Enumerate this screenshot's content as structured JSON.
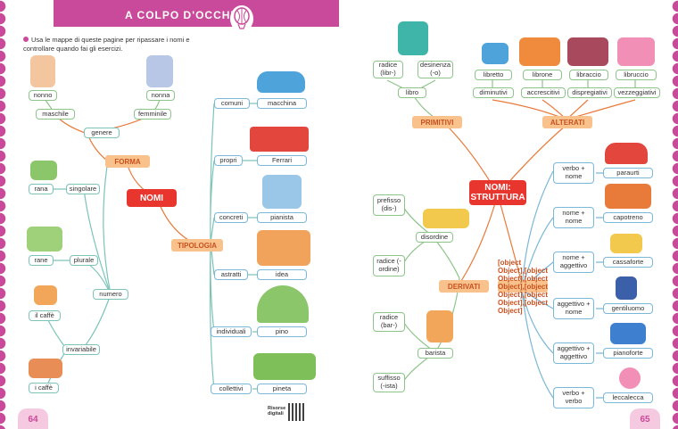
{
  "header": {
    "title": "A COLPO D'OCCHIO"
  },
  "intro": "Usa le mappe di queste pagine per ripassare i nomi e controllare quando fai gli esercizi.",
  "left_map": {
    "main": "NOMI",
    "forma": "FORMA",
    "tipologia": "TIPOLOGIA",
    "genere": "genere",
    "maschile": "maschile",
    "femminile": "femminile",
    "nonno": "nonno",
    "nonna": "nonna",
    "numero": "numero",
    "singolare": "singolare",
    "rana": "rana",
    "plurale": "plurale",
    "rane": "rane",
    "invariabile": "invariabile",
    "il_caffe": "il caffè",
    "i_caffe": "i caffè",
    "tipi": [
      {
        "label": "comuni",
        "example": "macchina"
      },
      {
        "label": "propri",
        "example": "Ferrari"
      },
      {
        "label": "concreti",
        "example": "pianista"
      },
      {
        "label": "astratti",
        "example": "idea"
      },
      {
        "label": "individuali",
        "example": "pino"
      },
      {
        "label": "collettivi",
        "example": "pineta"
      }
    ]
  },
  "right_map": {
    "main": "NOMI: STRUTTURA",
    "primitivi": "PRIMITIVI",
    "alterati": "ALTERATI",
    "derivati": "DERIVATI",
    "composti": [
      {
        "type": "verbo + nome",
        "example": "paraurti"
      },
      {
        "type": "nome + nome",
        "example": "capotreno"
      },
      {
        "type": "nome + aggettivo",
        "example": "cassaforte"
      },
      {
        "type": "aggettivo + nome",
        "example": "gentiluomo"
      },
      {
        "type": "aggettivo + aggettivo",
        "example": "pianoforte"
      },
      {
        "type": "verbo + verbo",
        "example": "leccalecca"
      }
    ],
    "radice_libr": "radice (libr-)",
    "desinenza": "desinenza (-o)",
    "libro": "libro",
    "alterati_words": [
      "libretto",
      "librone",
      "libraccio",
      "libruccio"
    ],
    "alterati_types": [
      "diminutivi",
      "accrescitivi",
      "dispregiativi",
      "vezzeggiativi"
    ],
    "prefisso": "prefisso (dis-)",
    "radice_ordine": "radice (-ordine)",
    "disordine": "disordine",
    "radice_bar": "radice (bar-)",
    "suffisso": "suffisso (-ista)",
    "barista": "barista"
  },
  "footer": {
    "page_left": "64",
    "page_right": "65",
    "risorse": "Risorse digitali"
  }
}
